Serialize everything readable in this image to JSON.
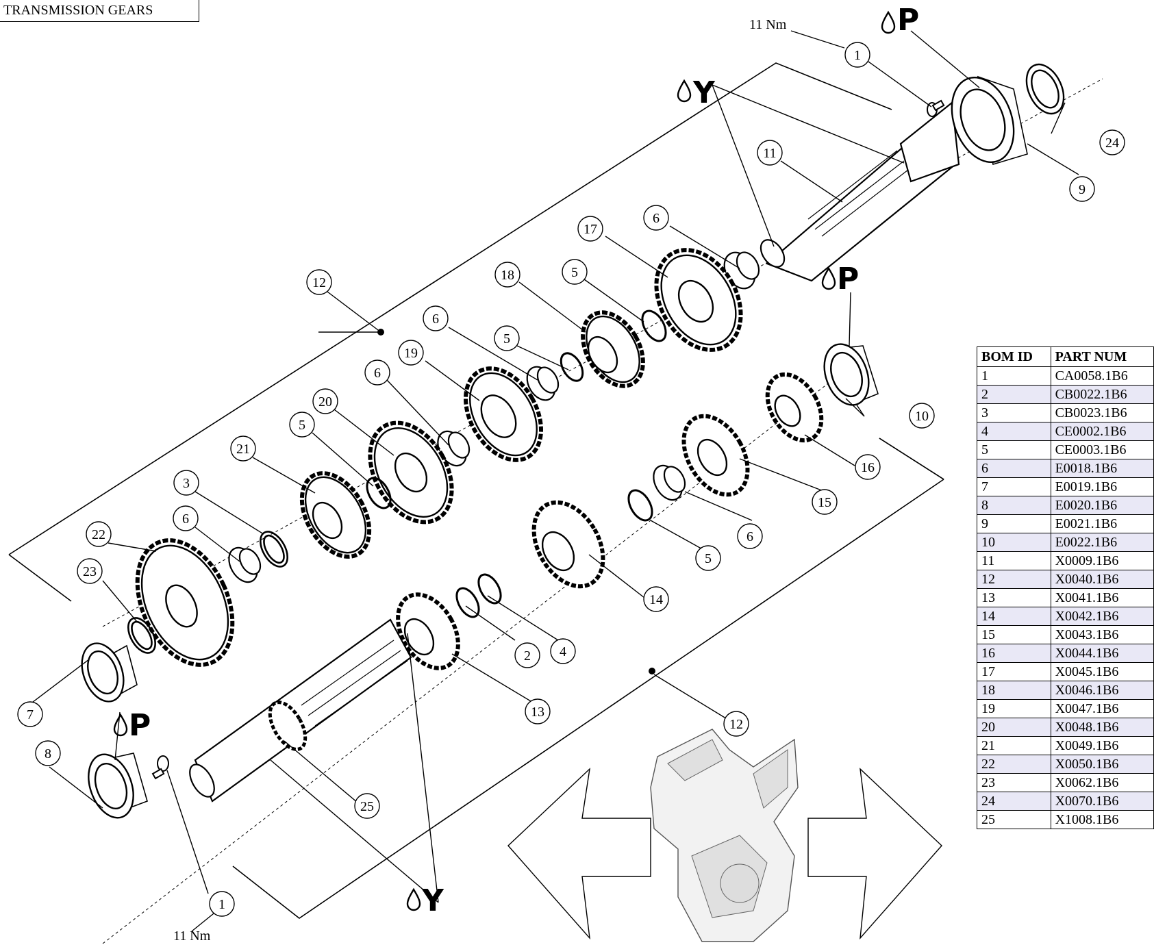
{
  "title": "TRANSMISSION GEARS",
  "torque_label": "11 Nm",
  "lubricants": {
    "p": "P",
    "y": "Y"
  },
  "callouts": [
    "1",
    "2",
    "3",
    "4",
    "5",
    "6",
    "7",
    "8",
    "9",
    "10",
    "11",
    "12",
    "13",
    "14",
    "15",
    "16",
    "17",
    "18",
    "19",
    "20",
    "21",
    "22",
    "23",
    "24",
    "25"
  ],
  "bom": {
    "headers": [
      "BOM ID",
      "PART NUM"
    ],
    "rows": [
      [
        "1",
        "CA0058.1B6"
      ],
      [
        "2",
        "CB0022.1B6"
      ],
      [
        "3",
        "CB0023.1B6"
      ],
      [
        "4",
        "CE0002.1B6"
      ],
      [
        "5",
        "CE0003.1B6"
      ],
      [
        "6",
        "E0018.1B6"
      ],
      [
        "7",
        "E0019.1B6"
      ],
      [
        "8",
        "E0020.1B6"
      ],
      [
        "9",
        "E0021.1B6"
      ],
      [
        "10",
        "E0022.1B6"
      ],
      [
        "11",
        "X0009.1B6"
      ],
      [
        "12",
        "X0040.1B6"
      ],
      [
        "13",
        "X0041.1B6"
      ],
      [
        "14",
        "X0042.1B6"
      ],
      [
        "15",
        "X0043.1B6"
      ],
      [
        "16",
        "X0044.1B6"
      ],
      [
        "17",
        "X0045.1B6"
      ],
      [
        "18",
        "X0046.1B6"
      ],
      [
        "19",
        "X0047.1B6"
      ],
      [
        "20",
        "X0048.1B6"
      ],
      [
        "21",
        "X0049.1B6"
      ],
      [
        "22",
        "X0050.1B6"
      ],
      [
        "23",
        "X0062.1B6"
      ],
      [
        "24",
        "X0070.1B6"
      ],
      [
        "25",
        "X1008.1B6"
      ]
    ]
  },
  "icons": [
    "drop-icon",
    "engine-thumbnail",
    "arrow-left-icon",
    "arrow-right-icon"
  ]
}
